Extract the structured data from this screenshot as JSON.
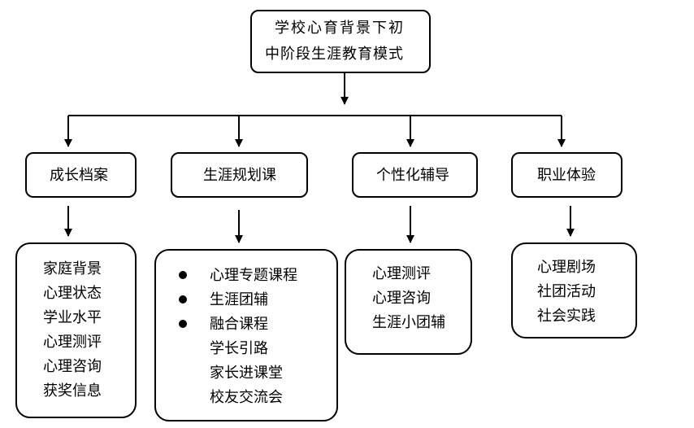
{
  "root": {
    "line1": "学校心育背景下初",
    "line2": "中阶段生涯教育模式"
  },
  "branches": [
    {
      "label": "成长档案",
      "items": [
        "家庭背景",
        "心理状态",
        "学业水平",
        "心理测评",
        "心理咨询",
        "获奖信息"
      ]
    },
    {
      "label": "生涯规划课",
      "items": [
        "心理专题课程",
        "生涯团辅",
        "融合课程",
        "学长引路",
        "家长进课堂",
        "校友交流会"
      ]
    },
    {
      "label": "个性化辅导",
      "items": [
        "心理测评",
        "心理咨询",
        "生涯小团辅"
      ]
    },
    {
      "label": "职业体验",
      "items": [
        "心理剧场",
        "社团活动",
        "社会实践"
      ]
    }
  ]
}
